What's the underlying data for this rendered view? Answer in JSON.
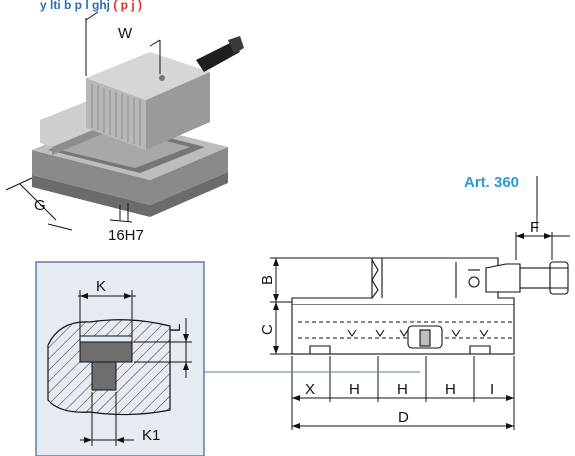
{
  "caption": {
    "text_part1": "y    lti   b   p  l   ghj  ",
    "text_part2": "(   p    j   )",
    "color_main": "#2a6bb5",
    "color_accent": "#e0302a"
  },
  "photo_labels": {
    "w": "W",
    "g": "G",
    "slot": "16H7"
  },
  "article": {
    "label": "Art. 360",
    "color": "#2a9ad6"
  },
  "detail": {
    "k": "K",
    "k1": "K1",
    "l": "L",
    "box_bg": "#e6ebf2",
    "box_border": "#5a7ea8"
  },
  "side_view_labels": {
    "b": "B",
    "c": "C",
    "f": "F",
    "x": "X",
    "h1": "H",
    "h2": "H",
    "h3": "H",
    "i": "I",
    "d": "D"
  }
}
